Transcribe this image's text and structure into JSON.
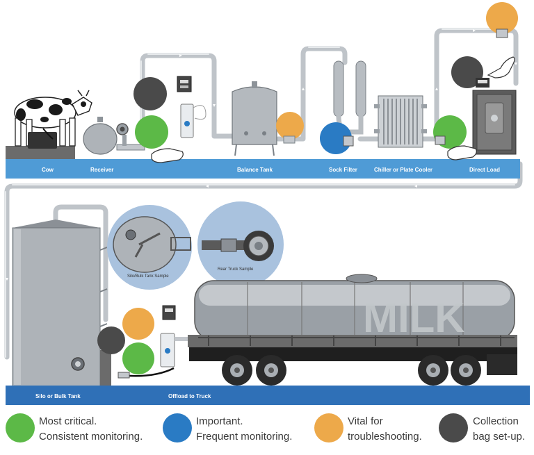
{
  "station_labels": {
    "cow": "Cow",
    "receiver": "Receiver",
    "balance_tank": "Balance Tank",
    "sock_filter": "Sock Filter",
    "chiller": "Chiller or Plate Cooler",
    "direct_load": "Direct Load",
    "silo": "Silo or Bulk Tank",
    "offload": "Offload to Truck"
  },
  "inset_captions": {
    "silo_sample": "Silo/Bulk Tank Sample",
    "rear_truck": "Rear Truck Sample"
  },
  "truck_text": "MILK",
  "legend": [
    {
      "line1": "Most critical.",
      "line2": "Consistent monitoring.",
      "color": "#5cb947"
    },
    {
      "line1": "Important.",
      "line2": "Frequent monitoring.",
      "color": "#2a7bc4"
    },
    {
      "line1": "Vital for",
      "line2": "troubleshooting.",
      "color": "#eda94a"
    },
    {
      "line1": "Collection",
      "line2": "bag set-up.",
      "color": "#4a4a4a"
    }
  ],
  "colors": {
    "band": "#4f9bd6",
    "band_bottom": "#2f70b7",
    "pipe": "#bfc4c9",
    "green": "#5cb947",
    "blue": "#2a7bc4",
    "orange": "#eda94a",
    "dark": "#4a4a4a",
    "inset": "#a9c2de"
  }
}
